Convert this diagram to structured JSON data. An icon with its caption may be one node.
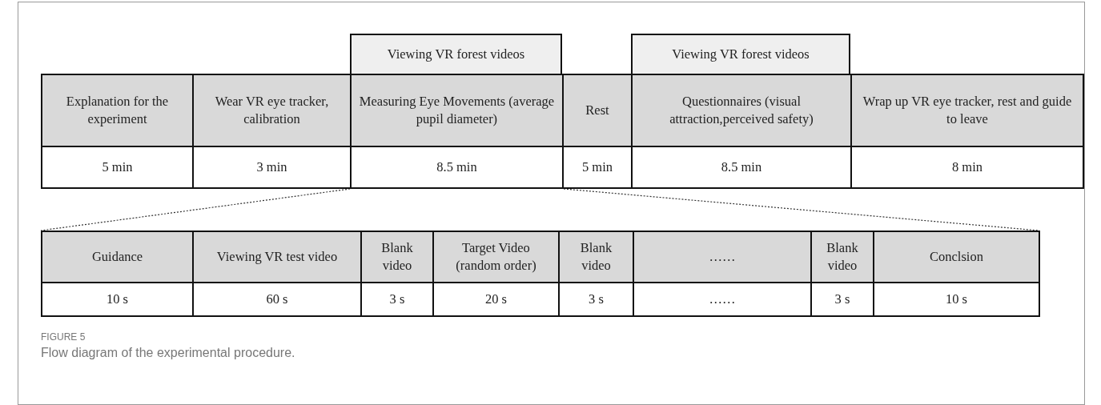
{
  "diagram": {
    "caption": "Flow diagram of the experimental procedure.",
    "nodes": [
      {
        "text": [
          "Viewing VR forest videos"
        ]
      },
      {
        "text": [
          "Viewing VR forest videos"
        ]
      },
      {
        "text": [
          "Explanation for the experiment"
        ]
      },
      {
        "text": [
          "Wear VR eye tracker, calibration"
        ]
      },
      {
        "text": [
          "Measuring Eye Movements (average pupil diameter)"
        ]
      },
      {
        "text": [
          "Rest"
        ]
      },
      {
        "text": [
          "Questionnaires (visual attraction,perceived safety)"
        ]
      },
      {
        "text": [
          "Wrap up VR eye tracker, rest and guide to leave"
        ]
      },
      {
        "text": [
          "5 min"
        ]
      },
      {
        "text": [
          "3 min"
        ]
      },
      {
        "text": [
          "8.5 min"
        ]
      },
      {
        "text": [
          "5 min"
        ]
      },
      {
        "text": [
          "8.5 min"
        ]
      },
      {
        "text": [
          "8 min"
        ]
      },
      {
        "text": [],
        "shape": "box"
      },
      {
        "text": [
          "Guidance"
        ],
        "in": 14
      },
      {
        "text": [
          "Viewing VR test video"
        ],
        "in": 14
      },
      {
        "text": [
          "Blank video"
        ],
        "in": 14
      },
      {
        "text": [
          "Target Video (random order)"
        ],
        "in": 14
      },
      {
        "text": [
          "Blank video"
        ],
        "in": 14
      },
      {
        "text": [
          "……"
        ],
        "in": 14
      },
      {
        "text": [
          "Blank video"
        ],
        "in": 14
      },
      {
        "text": [
          "Conclsion"
        ],
        "in": 14
      },
      {
        "text": [
          "10 s"
        ],
        "in": 14
      },
      {
        "text": [
          "60 s"
        ],
        "in": 14
      },
      {
        "text": [
          "3 s"
        ],
        "in": 14
      },
      {
        "text": [
          "20 s"
        ],
        "in": 14
      },
      {
        "text": [
          "3 s"
        ],
        "in": 14
      },
      {
        "text": [
          "……"
        ],
        "in": 14
      },
      {
        "text": [
          "3 s"
        ],
        "in": 14
      },
      {
        "text": [
          "10 s"
        ],
        "in": 14
      }
    ],
    "edges": [
      {
        "from": 10,
        "to": 14,
        "arrow": "none",
        "style": "dashed"
      },
      {
        "from": 10,
        "to": 14,
        "arrow": "none",
        "style": "dashed"
      }
    ],
    "labels": [
      "FIGURE 5"
    ]
  }
}
